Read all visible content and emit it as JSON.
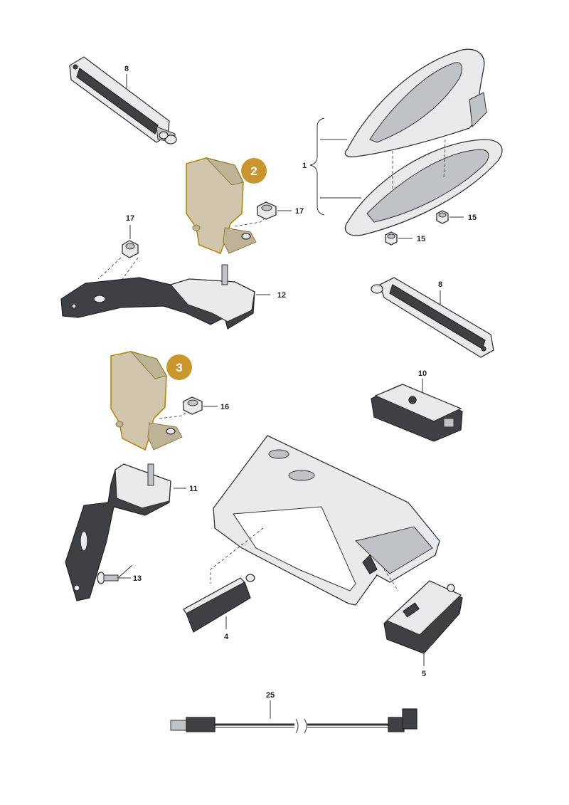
{
  "callouts": {
    "c1": "1",
    "c8a": "8",
    "c8b": "8",
    "c17a": "17",
    "c17b": "17",
    "c15a": "15",
    "c15b": "15",
    "c12": "12",
    "c10": "10",
    "c16": "16",
    "c11": "11",
    "c13": "13",
    "c4": "4",
    "c5": "5",
    "c25": "25"
  },
  "badges": {
    "b2": "2",
    "b3": "3"
  },
  "colors": {
    "badge_fill": "#c9962e",
    "highlight_part": "#cfc6ad",
    "line": "#333333"
  }
}
